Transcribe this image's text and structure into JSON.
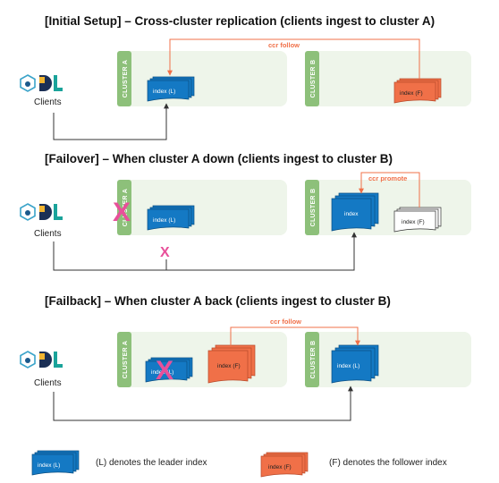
{
  "sections": [
    {
      "title": "[Initial Setup] – Cross-cluster replication (clients ingest to cluster A)",
      "clients_label": "Clients",
      "cluster_a": {
        "tab": "CLUSTER A",
        "indices": [
          "index (L)"
        ],
        "down": false
      },
      "cluster_b": {
        "tab": "CLUSTER B",
        "indices": [
          "index (F)"
        ]
      },
      "link_label": "ccr follow",
      "link_blocked": false
    },
    {
      "title": "[Failover] – When cluster A down (clients ingest to cluster B)",
      "clients_label": "Clients",
      "cluster_a": {
        "tab": "CLUSTER A",
        "indices": [
          "index (L)"
        ],
        "down": true
      },
      "cluster_b": {
        "tab": "CLUSTER B",
        "indices": [
          "index",
          "index (F)"
        ]
      },
      "link_label": "ccr promote",
      "link_blocked": true
    },
    {
      "title": "[Failback] – When cluster A back (clients ingest to cluster B)",
      "clients_label": "Clients",
      "cluster_a": {
        "tab": "CLUSTER A",
        "indices": [
          "index (L)",
          "index (F)"
        ],
        "down": true
      },
      "cluster_b": {
        "tab": "CLUSTER B",
        "indices": [
          "index (L)"
        ]
      },
      "link_label": "ccr follow",
      "link_blocked": false
    }
  ],
  "legend": {
    "leader_icon_label": "index (L)",
    "leader_text": "(L) denotes the leader index",
    "follower_icon_label": "index (F)",
    "follower_text": "(F) denotes the follower index"
  },
  "colors": {
    "leader": "#1479c4",
    "follower": "#f07048",
    "promoted_follower": "#ffffff",
    "cluster_panel": "#eef5ea",
    "cluster_tab": "#8dc07a",
    "down_marker": "#e8509a",
    "replication_link": "#f07048"
  },
  "icons": {
    "clients_logo": "elastic-clients-logo-icon",
    "cluster_down": "x-mark-icon",
    "blocked_link": "x-mark-icon"
  }
}
